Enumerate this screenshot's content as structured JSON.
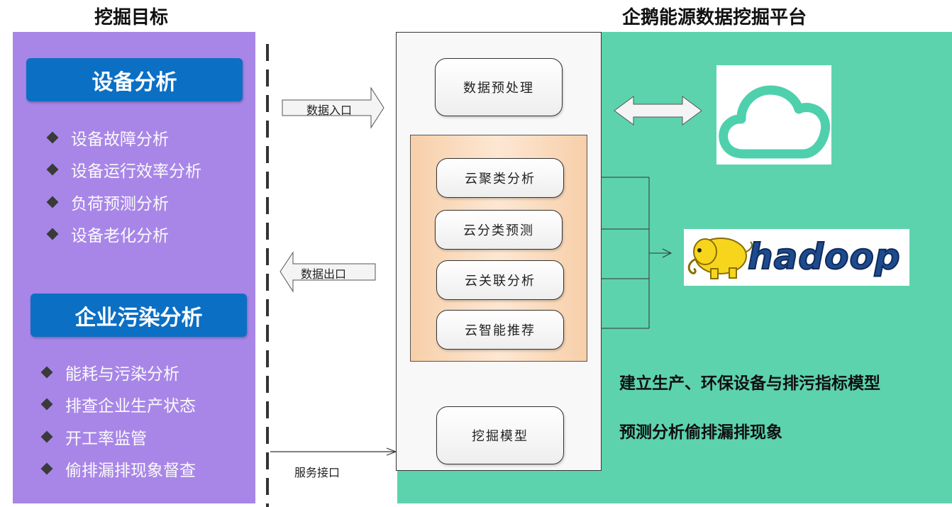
{
  "left_heading": "挖掘目标",
  "right_heading": "企鹅能源数据挖掘平台",
  "equipment": {
    "title": "设备分析",
    "items": [
      "设备故障分析",
      "设备运行效率分析",
      "负荷预测分析",
      "设备老化分析"
    ]
  },
  "pollution": {
    "title": "企业污染分析",
    "items": [
      "能耗与污染分析",
      "排查企业生产状态",
      "开工率监管",
      "偷排漏排现象督查"
    ]
  },
  "arrows": {
    "data_in": "数据入口",
    "data_out": "数据出口",
    "service": "服务接口"
  },
  "platform": {
    "preprocess": "数据预处理",
    "cloud_modules": [
      "云聚类分析",
      "云分类预测",
      "云关联分析",
      "云智能推荐"
    ],
    "mining_model": "挖掘模型"
  },
  "right_texts": [
    "建立生产、环保设备与排污指标模型",
    "预测分析偷排漏排现象"
  ],
  "hadoop_logo_text": "hadoop",
  "colors": {
    "purple_panel": "#a886e8",
    "blue_title": "#0b6fc4",
    "green_area": "#5dd3ad",
    "cloud_icon": "#4fd0ad",
    "hadoop_yellow": "#f7d51d",
    "hadoop_blue": "#1e4a8e"
  }
}
